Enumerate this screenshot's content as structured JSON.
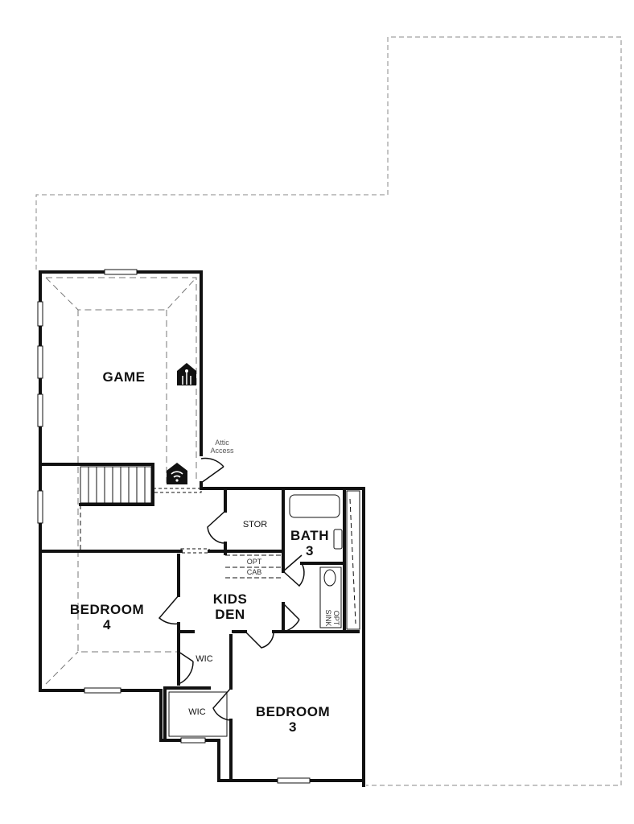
{
  "plan": {
    "rooms": {
      "game": "GAME",
      "stor": "STOR",
      "bath3_line1": "BATH",
      "bath3_line2": "3",
      "kids_den_line1": "KIDS",
      "kids_den_line2": "DEN",
      "bedroom4_line1": "BEDROOM",
      "bedroom4_line2": "4",
      "bedroom3_line1": "BEDROOM",
      "bedroom3_line2": "3",
      "wic_upper": "WIC",
      "wic_lower": "WIC"
    },
    "notes": {
      "attic_line1": "Attic",
      "attic_line2": "Access",
      "opt_cab_line1": "OPT",
      "opt_cab_line2": "CAB",
      "opt_sink_line1": "OPT",
      "opt_sink_line2": "SINK"
    },
    "icons": [
      "smart-home-icon",
      "wifi-home-icon"
    ],
    "colors": {
      "wall": "#111111",
      "dashed": "#888888"
    }
  }
}
